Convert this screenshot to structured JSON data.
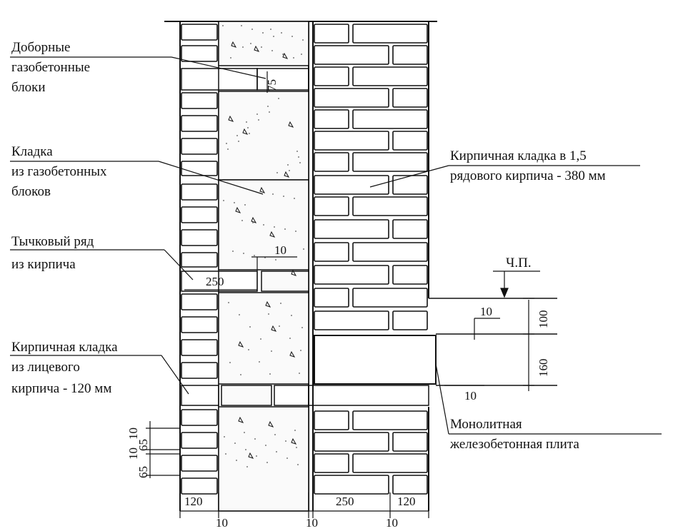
{
  "labels": {
    "extra_blocks_1": "Доборные",
    "extra_blocks_2": "газобетонные",
    "extra_blocks_3": "блоки",
    "aerated_1": "Кладка",
    "aerated_2": "из газобетонных",
    "aerated_3": "блоков",
    "header_row_1": "Тычковый ряд",
    "header_row_2": "из кирпича",
    "facing_1": "Кирпичная кладка",
    "facing_2": "из лицевого",
    "facing_3": "кирпича - 120 мм",
    "common_1": "Кирпичная кладка в 1,5",
    "common_2": "рядового кирпича - 380 мм",
    "floor_mark": "Ч.П.",
    "slab_1": "Монолитная",
    "slab_2": "железобетонная плита"
  },
  "dimensions": {
    "d75": "75",
    "d10_a": "10",
    "d250_top": "250",
    "d10_slab_top": "10",
    "d100": "100",
    "d160": "160",
    "d10_slab_bottom": "10",
    "d10_v1": "10",
    "d10_v2": "10",
    "d65_1": "65",
    "d65_2": "65",
    "d120_left": "120",
    "d250_bottom": "250",
    "d120_right": "120",
    "d10_b1": "10",
    "d10_b2": "10",
    "d10_b3": "10"
  },
  "colors": {
    "line": "#111111",
    "fill": "#ffffff",
    "concrete": "#fafafa"
  }
}
